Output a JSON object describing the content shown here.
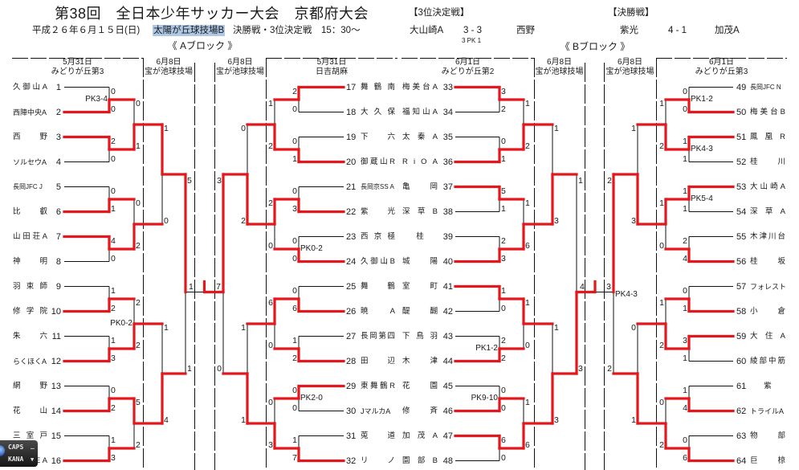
{
  "header": {
    "title": "第38回　全日本少年サッカー大会　京都府大会",
    "date": "平成２６年６月１５日(日)",
    "venue": "太陽が丘球技場B",
    "matches_label": "決勝戦・3位決定戦",
    "time": "15：30～"
  },
  "third_place": {
    "label": "【3位決定戦】",
    "home": "大山崎A",
    "score": "3 - 3",
    "away": "西野",
    "pk": "3 PK 1"
  },
  "final": {
    "label": "【決勝戦】",
    "home": "紫光",
    "score": "4 - 1",
    "away": "加茂A"
  },
  "colors": {
    "winner_line": "#e3171c",
    "line": "#111111",
    "venue_highlight": "#aec8e6"
  },
  "ime_indicator": {
    "caps": "CAPS",
    "kana": "KANA",
    "caps_icon": "minus-icon",
    "kana_icon": "triangle-down-icon"
  },
  "blocks": [
    {
      "title": "《 Aブロック 》",
      "columns": [
        {
          "date": "5月31日",
          "venue": "みどりが丘第3"
        },
        {
          "date": "6月8日",
          "venue": "宝が池球技場"
        },
        {
          "date": "6月8日",
          "venue": "宝が池球技場"
        },
        {
          "date": "5月31日",
          "venue": "日吉胡麻"
        }
      ],
      "halves": [
        {
          "teams": [
            {
              "no": "1",
              "name": "久御山A"
            },
            {
              "no": "2",
              "name": "西陣中央A"
            },
            {
              "no": "3",
              "name": "西野"
            },
            {
              "no": "4",
              "name": "ソルセウA"
            },
            {
              "no": "5",
              "name": "長岡JFC J"
            },
            {
              "no": "6",
              "name": "比叡"
            },
            {
              "no": "7",
              "name": "山田荘A"
            },
            {
              "no": "8",
              "name": "神明"
            },
            {
              "no": "9",
              "name": "羽束師"
            },
            {
              "no": "10",
              "name": "修学院"
            },
            {
              "no": "11",
              "name": "朱六"
            },
            {
              "no": "12",
              "name": "らくほくA"
            },
            {
              "no": "13",
              "name": "網野"
            },
            {
              "no": "14",
              "name": "花山"
            },
            {
              "no": "15",
              "name": "三室戸"
            },
            {
              "no": "16",
              "name": "OUTEA"
            }
          ],
          "rounds": [
            [
              {
                "scores": [
                  "0",
                  "0"
                ],
                "pk": "PK3-4",
                "winner": 1
              },
              {
                "scores": [
                  "2",
                  "0"
                ],
                "winner": 0
              },
              {
                "scores": [
                  "0",
                  "1"
                ],
                "winner": 1
              },
              {
                "scores": [
                  "4",
                  "0"
                ],
                "winner": 0
              },
              {
                "scores": [
                  "1",
                  "2"
                ],
                "winner": 1
              },
              {
                "scores": [
                  "1",
                  "3"
                ],
                "winner": 1
              },
              {
                "scores": [
                  "0",
                  "2"
                ],
                "winner": 1
              },
              {
                "scores": [
                  "1",
                  "3"
                ],
                "winner": 1
              }
            ],
            [
              {
                "scores": [
                  "0",
                  "1"
                ],
                "winner": 1
              },
              {
                "scores": [
                  "0",
                  "2"
                ],
                "winner": 1
              },
              {
                "scores": [
                  "2",
                  "2"
                ],
                "pk": "PK0-2",
                "winner": 1
              },
              {
                "scores": [
                  "5",
                  "2"
                ],
                "winner": 0
              }
            ],
            [
              {
                "scores": [
                  "1",
                  "0"
                ],
                "winner": 0
              },
              {
                "scores": [
                  "1",
                  "4"
                ],
                "winner": 1
              }
            ],
            [
              {
                "scores": [
                  "5",
                  "1"
                ],
                "winner": 0
              }
            ]
          ]
        },
        {
          "teams": [
            {
              "no": "17",
              "name": "舞鶴南"
            },
            {
              "no": "18",
              "name": "大久保"
            },
            {
              "no": "19",
              "name": "下六"
            },
            {
              "no": "20",
              "name": "御蔵山R"
            },
            {
              "no": "21",
              "name": "長岡京SS A"
            },
            {
              "no": "22",
              "name": "紫光"
            },
            {
              "no": "23",
              "name": "西京極"
            },
            {
              "no": "24",
              "name": "久御山B"
            },
            {
              "no": "25",
              "name": "舞鶴"
            },
            {
              "no": "26",
              "name": "暁A"
            },
            {
              "no": "27",
              "name": "長岡第四"
            },
            {
              "no": "28",
              "name": "田辺"
            },
            {
              "no": "29",
              "name": "東舞鶴R"
            },
            {
              "no": "30",
              "name": "JマルカA"
            },
            {
              "no": "31",
              "name": "莵道"
            },
            {
              "no": "32",
              "name": "リノ"
            }
          ],
          "rounds": [
            [
              {
                "scores": [
                  "2",
                  "0"
                ],
                "winner": 0
              },
              {
                "scores": [
                  "0",
                  "1"
                ],
                "winner": 1
              },
              {
                "scores": [
                  "0",
                  "3"
                ],
                "winner": 1
              },
              {
                "scores": [
                  "0",
                  "0"
                ],
                "pk": "PK0-2",
                "winner": 1
              },
              {
                "scores": [
                  "0",
                  "6"
                ],
                "winner": 1
              },
              {
                "scores": [
                  "1",
                  "2"
                ],
                "winner": 1
              },
              {
                "scores": [
                  "0",
                  "0"
                ],
                "pk": "PK2-0",
                "winner": 0
              },
              {
                "scores": [
                  "1",
                  "7"
                ],
                "winner": 1
              }
            ],
            [
              {
                "scores": [
                  "1",
                  "2"
                ],
                "winner": 1
              },
              {
                "scores": [
                  "2",
                  "0"
                ],
                "winner": 0
              },
              {
                "scores": [
                  "6",
                  "0"
                ],
                "winner": 0
              },
              {
                "scores": [
                  "0",
                  "3"
                ],
                "winner": 1
              }
            ],
            [
              {
                "scores": [
                  "0",
                  "2"
                ],
                "winner": 1
              },
              {
                "scores": [
                  "1",
                  "1"
                ],
                "winner": 1
              }
            ],
            [
              {
                "scores": [
                  "3",
                  "0"
                ],
                "winner": 0
              }
            ]
          ]
        }
      ],
      "block_final": {
        "scores": [
          "1",
          "7"
        ],
        "winner": 1
      }
    },
    {
      "title": "《 Bブロック 》",
      "columns": [
        {
          "date": "6月1日",
          "venue": "みどりが丘第2"
        },
        {
          "date": "6月8日",
          "venue": "宝が池球技場"
        },
        {
          "date": "6月8日",
          "venue": "宝が池球技場"
        },
        {
          "date": "6月1日",
          "venue": "みどりが丘第3"
        }
      ],
      "halves": [
        {
          "teams": [
            {
              "no": "33",
              "name": "梅美台A"
            },
            {
              "no": "34",
              "name": "福知山A"
            },
            {
              "no": "35",
              "name": "太秦A"
            },
            {
              "no": "36",
              "name": "RiOA"
            },
            {
              "no": "37",
              "name": "亀岡"
            },
            {
              "no": "38",
              "name": "深草B"
            },
            {
              "no": "39",
              "name": "桂"
            },
            {
              "no": "40",
              "name": "城陽"
            },
            {
              "no": "41",
              "name": "室町"
            },
            {
              "no": "42",
              "name": "醍醐"
            },
            {
              "no": "43",
              "name": "下鳥羽"
            },
            {
              "no": "44",
              "name": "木津"
            },
            {
              "no": "45",
              "name": "花園"
            },
            {
              "no": "46",
              "name": "修斉"
            },
            {
              "no": "47",
              "name": "加茂A"
            },
            {
              "no": "48",
              "name": "園部B"
            }
          ],
          "rounds": [
            [
              {
                "scores": [
                  "3",
                  "2"
                ],
                "winner": 0
              },
              {
                "scores": [
                  "0",
                  "1"
                ],
                "winner": 1
              },
              {
                "scores": [
                  "5",
                  "1"
                ],
                "winner": 0
              },
              {
                "scores": [
                  "2",
                  "3"
                ],
                "winner": 1
              },
              {
                "scores": [
                  "1",
                  "0"
                ],
                "winner": 0
              },
              {
                "scores": [
                  "2",
                  "2"
                ],
                "pk": "PK1-2",
                "winner": 1
              },
              {
                "scores": [
                  "0",
                  "0"
                ],
                "pk": "PK9-10",
                "winner": 1
              },
              {
                "scores": [
                  "6",
                  "0"
                ],
                "winner": 0
              }
            ],
            [
              {
                "scores": [
                  "1",
                  "2"
                ],
                "winner": 1
              },
              {
                "scores": [
                  "1",
                  "6"
                ],
                "winner": 1
              },
              {
                "scores": [
                  "1",
                  "0"
                ],
                "winner": 0
              },
              {
                "scores": [
                  "1",
                  "6"
                ],
                "winner": 1
              }
            ],
            [
              {
                "scores": [
                  "1",
                  "3"
                ],
                "winner": 1
              },
              {
                "scores": [
                  "1",
                  "3"
                ],
                "winner": 1
              }
            ],
            [
              {
                "scores": [
                  "1",
                  "3"
                ],
                "winner": 1
              }
            ]
          ]
        },
        {
          "teams": [
            {
              "no": "49",
              "name": "長岡JFC N"
            },
            {
              "no": "50",
              "name": "梅美台B"
            },
            {
              "no": "51",
              "name": "鳳凰R"
            },
            {
              "no": "52",
              "name": "桂川"
            },
            {
              "no": "53",
              "name": "大山崎A"
            },
            {
              "no": "54",
              "name": "深草A"
            },
            {
              "no": "55",
              "name": "木津川台"
            },
            {
              "no": "56",
              "name": "桂坂"
            },
            {
              "no": "57",
              "name": "フォレスト"
            },
            {
              "no": "58",
              "name": "小倉"
            },
            {
              "no": "59",
              "name": "大住A"
            },
            {
              "no": "60",
              "name": "綾部中筋"
            },
            {
              "no": "61",
              "name": "紫"
            },
            {
              "no": "62",
              "name": "トライルA"
            },
            {
              "no": "63",
              "name": "物部"
            },
            {
              "no": "64",
              "name": "巨椋"
            }
          ],
          "rounds": [
            [
              {
                "scores": [
                  "0",
                  "0"
                ],
                "pk": "PK1-2",
                "winner": 1
              },
              {
                "scores": [
                  "1",
                  "1"
                ],
                "pk": "PK4-3",
                "winner": 0
              },
              {
                "scores": [
                  "1",
                  "1"
                ],
                "pk": "PK5-4",
                "winner": 0
              },
              {
                "scores": [
                  "2",
                  "4"
                ],
                "winner": 1
              },
              {
                "scores": [
                  "0",
                  "1"
                ],
                "winner": 1
              },
              {
                "scores": [
                  "3",
                  "1"
                ],
                "winner": 0
              },
              {
                "scores": [
                  "1",
                  "4"
                ],
                "winner": 1
              },
              {
                "scores": [
                  "0",
                  "6"
                ],
                "winner": 1
              }
            ],
            [
              {
                "scores": [
                  "1",
                  "2"
                ],
                "winner": 1
              },
              {
                "scores": [
                  "1",
                  "0"
                ],
                "winner": 0
              },
              {
                "scores": [
                  "1",
                  "2"
                ],
                "winner": 1
              },
              {
                "scores": [
                  "0",
                  "2"
                ],
                "winner": 1
              }
            ],
            [
              {
                "scores": [
                  "1",
                  "3"
                ],
                "winner": 1
              },
              {
                "scores": [
                  "0",
                  "1"
                ],
                "winner": 1
              }
            ],
            [
              {
                "scores": [
                  "2",
                  "2"
                ],
                "pk": "PK4-3",
                "winner": 0
              }
            ]
          ]
        }
      ],
      "block_final": {
        "scores": [
          "4",
          "3"
        ],
        "winner": 0
      }
    }
  ]
}
